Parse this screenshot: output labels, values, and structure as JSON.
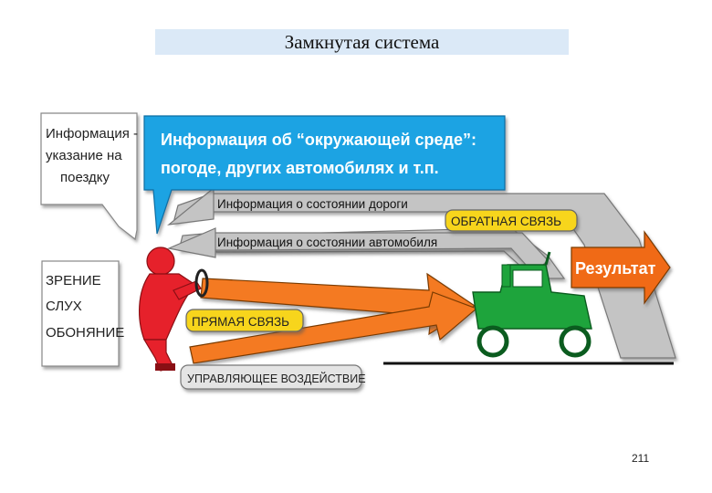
{
  "title": "Замкнутая система",
  "page_number": "211",
  "note_box_lines": [
    "Информация -",
    "указание на",
    "поездку"
  ],
  "env_box_lines": [
    "Информация об “окружающей среде”:",
    "погоде, других автомобилях и т.п."
  ],
  "road_info": "Информация о состоянии дороги",
  "car_info": "Информация о состоянии автомобиля",
  "feedback_label": "ОБРАТНАЯ СВЯЗЬ",
  "result_label": "Результат",
  "senses_lines": [
    "ЗРЕНИЕ",
    "СЛУХ",
    "ОБОНЯНИЕ"
  ],
  "direct_label": "ПРЯМАЯ СВЯЗЬ",
  "control_label": "УПРАВЛЯЮЩЕЕ ВОЗДЕЙСТВИЕ",
  "colors": {
    "env_blue": "#1ea3e3",
    "arrow_gray": "#c4c4c4",
    "label_yellow": "#f7d51b",
    "result_orange": "#f06a14",
    "driver_red": "#e6212b",
    "car_green": "#1ea43c",
    "title_bg": "#dbe9f7"
  }
}
